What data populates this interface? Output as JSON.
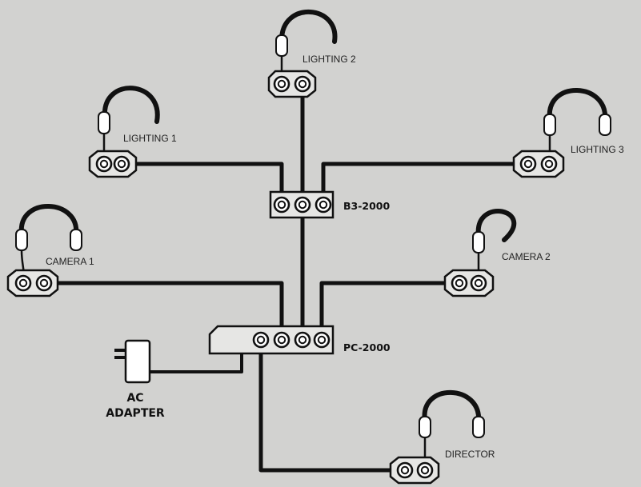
{
  "labels": {
    "lighting_1": "LIGHTING 1",
    "lighting_2": "LIGHTING 2",
    "lighting_3": "LIGHTING 3",
    "camera_1": "CAMERA 1",
    "camera_2": "CAMERA 2",
    "director": "DIRECTOR",
    "b3_2000": "B3-2000",
    "pc_2000": "PC-2000",
    "ac_line1": "AC",
    "ac_line2": "ADAPTER"
  },
  "colors": {
    "background": "#d2d2d0",
    "line": "#111111",
    "box_fill": "#e6e6e4",
    "jack_fill": "#ffffff"
  }
}
